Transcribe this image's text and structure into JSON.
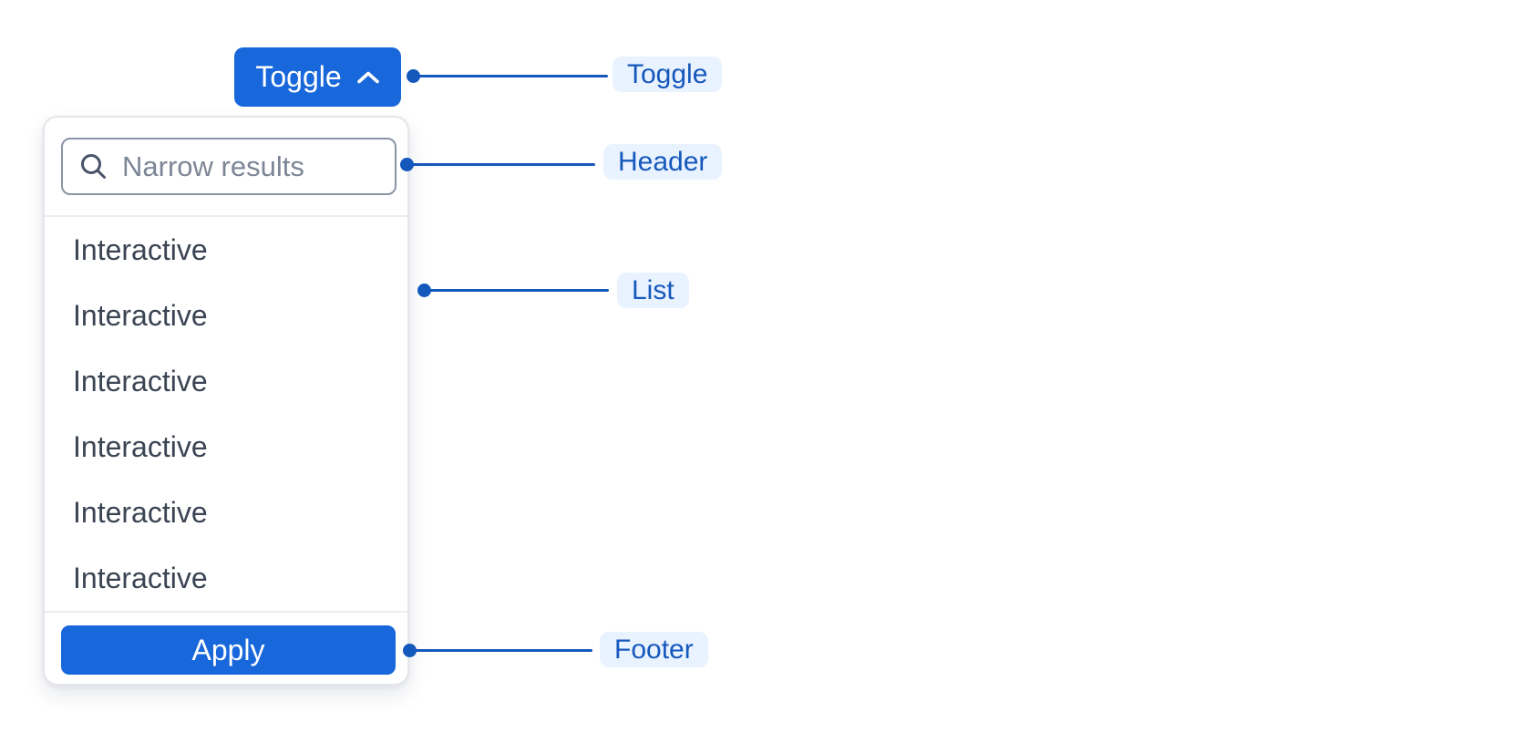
{
  "toggle_button": {
    "label": "Toggle",
    "icon": "chevron-up-icon"
  },
  "dropdown": {
    "search": {
      "placeholder": "Narrow results",
      "icon": "search-icon",
      "value": ""
    },
    "items": [
      "Interactive",
      "Interactive",
      "Interactive",
      "Interactive",
      "Interactive",
      "Interactive"
    ],
    "footer": {
      "apply_label": "Apply"
    }
  },
  "annotations": [
    {
      "label": "Toggle"
    },
    {
      "label": "Header"
    },
    {
      "label": "List"
    },
    {
      "label": "Footer"
    }
  ],
  "colors": {
    "primary_button_blue": "#1868DB",
    "annotation_blue": "#1558BC",
    "annotation_pill_background": "#E9F2FF",
    "list_text": "#3B4453",
    "placeholder_text": "#7D8696",
    "search_border": "#8A94A6",
    "panel_border": "#E4E6EA",
    "divider": "#ECEDF0",
    "background": "#FFFFFF"
  }
}
